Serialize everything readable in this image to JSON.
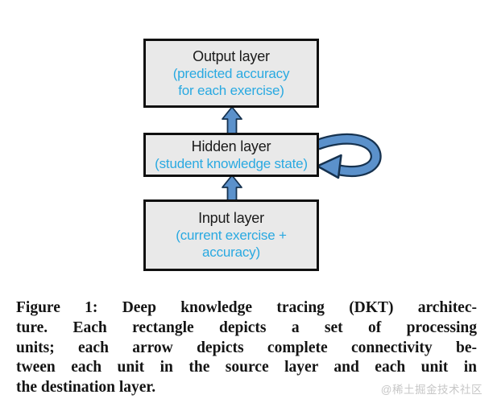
{
  "diagram": {
    "output_box": {
      "title": "Output layer",
      "sub_line1": "(predicted accuracy",
      "sub_line2": "for each exercise)"
    },
    "hidden_box": {
      "title": "Hidden layer",
      "sub_line1": "(student knowledge state)"
    },
    "input_box": {
      "title": "Input layer",
      "sub_line1": "(current exercise +",
      "sub_line2": "accuracy)"
    },
    "colors": {
      "box_fill": "#e9e9e9",
      "box_border": "#101010",
      "label_text": "#1a1a1a",
      "annotation_cyan": "#29a9e1",
      "arrow_fill": "#5b91cb",
      "arrow_outline": "#16324f"
    }
  },
  "caption": {
    "lines": [
      "Figure 1: Deep knowledge tracing (DKT) architec-",
      "ture. Each rectangle depicts a set of processing",
      "units; each arrow depicts complete connectivity be-",
      "tween each unit in the source layer and each unit in",
      "the destination layer."
    ]
  },
  "watermark": {
    "text": "@稀土掘金技术社区"
  }
}
